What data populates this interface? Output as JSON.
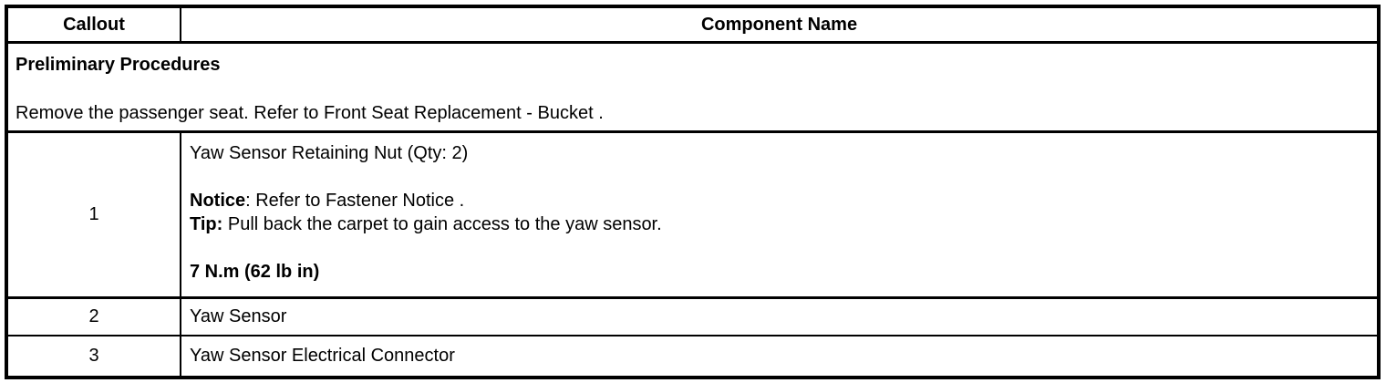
{
  "page": {
    "background": "#ffffff",
    "text_color": "#000000",
    "border_color": "#000000"
  },
  "table": {
    "header": {
      "callout_label": "Callout",
      "component_label": "Component Name"
    },
    "preliminary": {
      "heading": "Preliminary Procedures",
      "instruction": "Remove the passenger seat. Refer to Front Seat Replacement - Bucket ."
    },
    "rows": [
      {
        "callout": "1",
        "component": "Yaw Sensor Retaining Nut (Qty: 2)",
        "notice_label": "Notice",
        "notice_text": ": Refer to Fastener Notice .",
        "tip_label": "Tip:",
        "tip_text": " Pull back the carpet to gain access to the yaw sensor.",
        "torque_spec": "7 N.m (62 lb in)"
      },
      {
        "callout": "2",
        "component": "Yaw Sensor"
      },
      {
        "callout": "3",
        "component": "Yaw Sensor Electrical Connector"
      }
    ]
  }
}
